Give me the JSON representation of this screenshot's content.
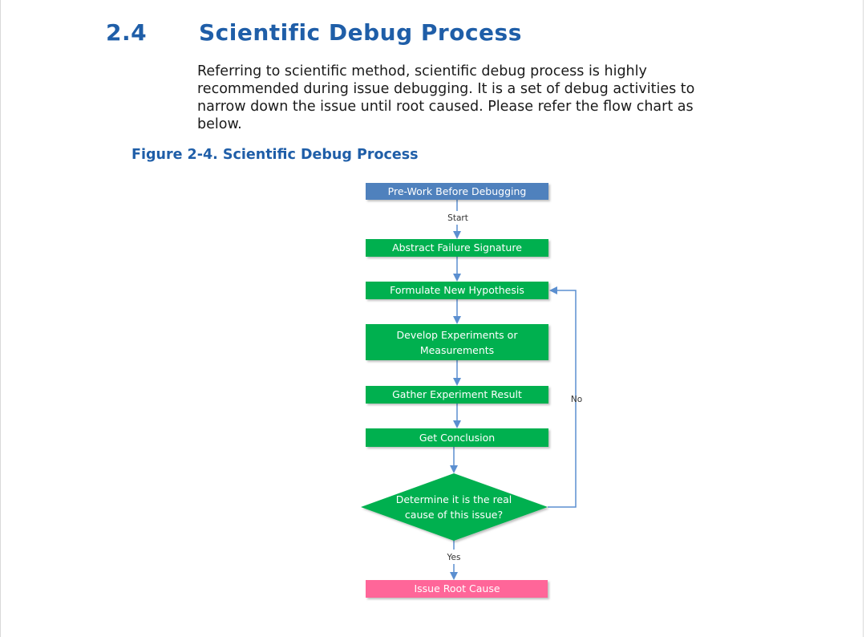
{
  "section": {
    "number": "2.4",
    "title": "Scientific Debug Process"
  },
  "paragraph": "Referring to scientific method, scientific debug process is highly recommended during issue debugging. It is a set of debug activities to narrow down the issue until root caused. Please refer the flow chart as below.",
  "figure": {
    "caption": "Figure 2-4. Scientific Debug Process"
  },
  "flowchart": {
    "pre_work": "Pre-Work Before Debugging",
    "start_label": "Start",
    "abstract_failure": "Abstract Failure Signature",
    "formulate_hypothesis": "Formulate New Hypothesis",
    "develop_experiments_line1": "Develop Experiments or",
    "develop_experiments_line2": "Measurements",
    "gather_result": "Gather Experiment Result",
    "get_conclusion": "Get Conclusion",
    "decision_line1": "Determine it is the real",
    "decision_line2": "cause of this issue?",
    "no_label": "No",
    "yes_label": "Yes",
    "root_cause": "Issue Root Cause",
    "colors": {
      "blue": "#4f81bd",
      "green": "#00b050",
      "pink": "#ff6699",
      "connector": "#5b8fd0",
      "heading": "#1f5ea8"
    }
  }
}
